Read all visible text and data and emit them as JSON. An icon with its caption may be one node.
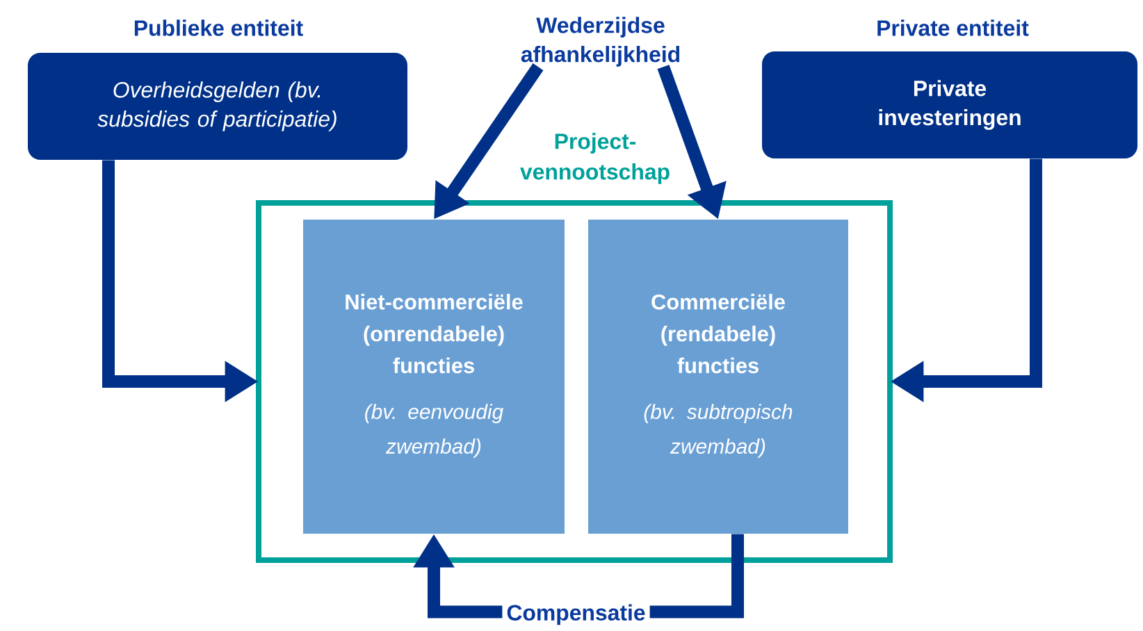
{
  "diagram": {
    "nodes": [
      {
        "text": [
          "Publieke entiteit",
          "Overheidsgelden (bv. subsidies of participatie)"
        ]
      },
      {
        "text": [
          "Wederzijdse afhankelijkheid"
        ]
      },
      {
        "text": [
          "Private entiteit",
          "Private investeringen"
        ]
      },
      {
        "text": [
          "Project- vennootschap"
        ]
      },
      {
        "text": [
          "Niet-commerciële (onrendabele) functies",
          "(bv. eenvoudig zwembad)"
        ],
        "in": 3
      },
      {
        "text": [
          "Commerciële (rendabele) functies",
          "(bv. subtropisch zwembad)"
        ],
        "in": 3
      }
    ],
    "edges": [
      {
        "from": 0,
        "to": 3,
        "arrow": "to"
      },
      {
        "from": 2,
        "to": 3,
        "arrow": "to"
      },
      {
        "from": 1,
        "to": 4,
        "arrow": "to"
      },
      {
        "from": 1,
        "to": 5,
        "arrow": "to"
      },
      {
        "from": 5,
        "to": 4,
        "arrow": "to",
        "label": "Compensatie"
      }
    ]
  }
}
